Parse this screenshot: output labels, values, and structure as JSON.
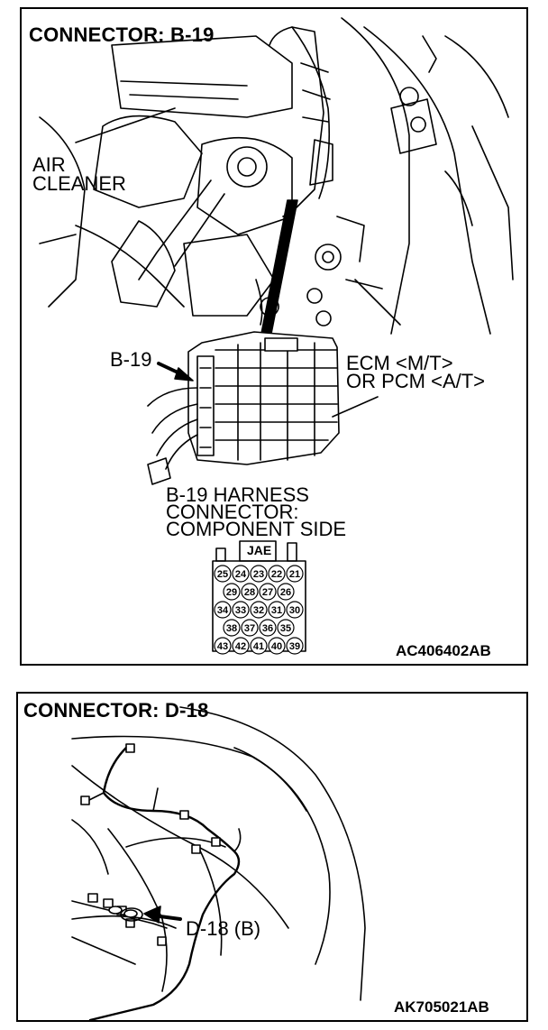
{
  "top_panel": {
    "title": "CONNECTOR: B-19",
    "air_cleaner_label": "AIR\nCLEANER",
    "connector_callout": "B-19",
    "ecm_label_line1": "ECM <M/T>",
    "ecm_label_line2": "OR PCM <A/T>",
    "harness_label_line1": "B-19 HARNESS",
    "harness_label_line2": "CONNECTOR:",
    "harness_label_line3": "COMPONENT SIDE",
    "connector_tag": "JAE",
    "pin_rows": [
      [
        "25",
        "24",
        "23",
        "22",
        "21"
      ],
      [
        "29",
        "28",
        "27",
        "26"
      ],
      [
        "34",
        "33",
        "32",
        "31",
        "30"
      ],
      [
        "38",
        "37",
        "36",
        "35"
      ],
      [
        "43",
        "42",
        "41",
        "40",
        "39"
      ]
    ],
    "figure_code": "AC406402AB"
  },
  "bottom_panel": {
    "title": "CONNECTOR: D-18",
    "connector_callout": "D-18 (B)",
    "figure_code": "AK705021AB"
  }
}
